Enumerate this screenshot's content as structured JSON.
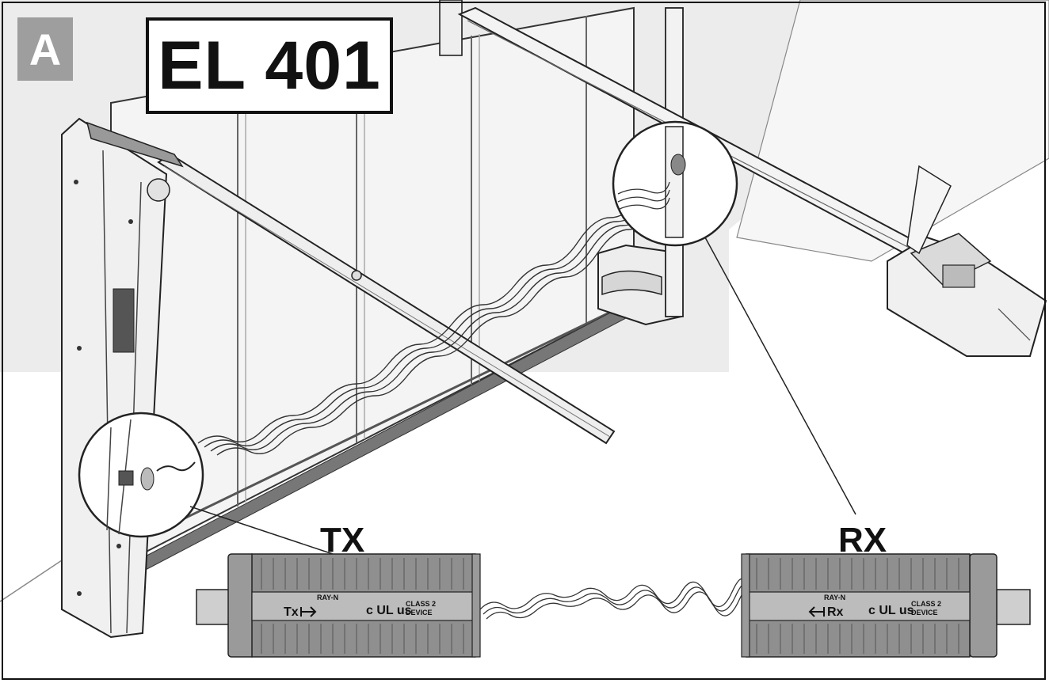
{
  "figure": {
    "panel_label": "A",
    "model": "EL 401"
  },
  "devices": {
    "tx": {
      "title": "TX",
      "brand": "RAY-N",
      "code": "Tx",
      "cert": "CLASS 2",
      "cert2": "DEVICE"
    },
    "rx": {
      "title": "RX",
      "brand": "RAY-N",
      "code": "Rx",
      "cert": "CLASS 2",
      "cert2": "DEVICE"
    }
  },
  "colors": {
    "line": "#222222",
    "panel_fill": "#f2f2f2",
    "wall_fill": "#e8e8e8",
    "device_fill": "#9a9a9a",
    "device_band": "#bcbcbc",
    "tag_fill": "#9e9e9e"
  }
}
